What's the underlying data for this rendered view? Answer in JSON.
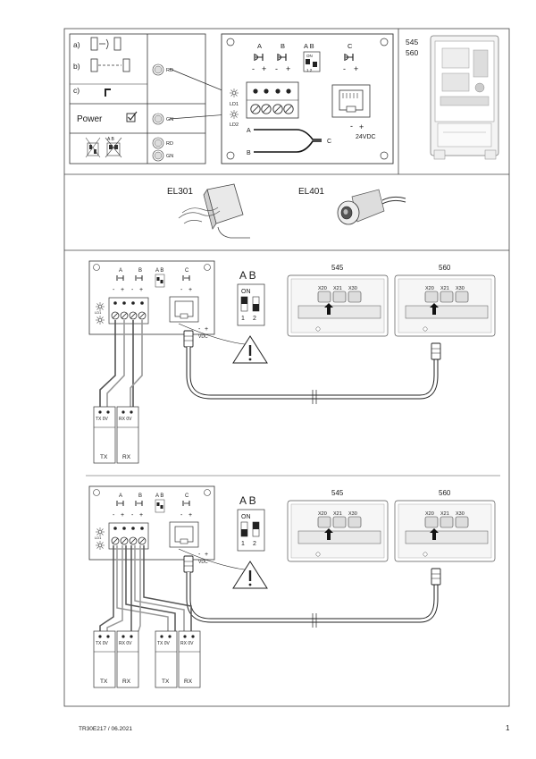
{
  "legend": {
    "rows": [
      "a)",
      "b)",
      "c)"
    ],
    "power_label": "Power",
    "led_red": "RD",
    "led_green": "GN",
    "dip_label": "A B"
  },
  "board": {
    "col_a": "A",
    "col_b": "B",
    "col_ab": "A B",
    "col_c": "C",
    "dip_on": "ON",
    "dip_nums": "1 2",
    "minus": "-",
    "plus": "+",
    "ld1": "LD1",
    "ld2": "LD2",
    "out_a": "A",
    "out_b": "B",
    "out_c": "C",
    "voltage": "24VDC"
  },
  "models": {
    "m1": "545",
    "m2": "560"
  },
  "accessories": {
    "el301": "EL301",
    "el401": "EL401"
  },
  "wiring": {
    "ab_title": "A B",
    "on": "ON",
    "dip_1": "1",
    "dip_2": "2",
    "vdc": "VDC",
    "x20": "X20",
    "x21": "X21",
    "x30": "X30",
    "tx": "TX",
    "rx": "RX",
    "tx_term": "TX 0V",
    "rx_term": "RX 0V"
  },
  "footer": {
    "doc_code": "TR30E217 / 06.2021",
    "page": "1"
  }
}
